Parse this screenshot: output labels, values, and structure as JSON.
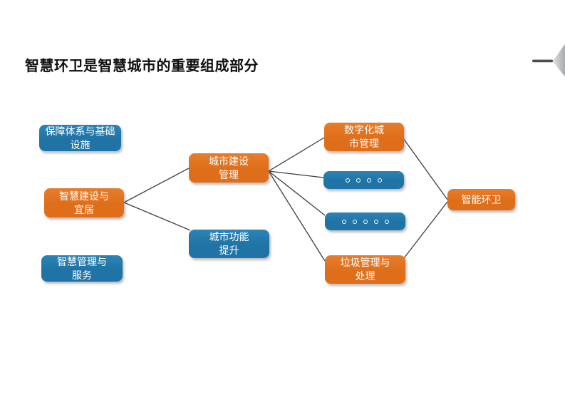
{
  "title": "智慧环卫是智慧城市的重要组成部分",
  "colors": {
    "orange": "#df6e1a",
    "orange_light": "#e67d2b",
    "blue": "#2073a5",
    "blue_light": "#2b84b6",
    "connector_line": "#3c3c3c",
    "title_text": "#111111",
    "ornament_bar": "#4d4e50"
  },
  "diagram": {
    "nodes": [
      {
        "id": "support-system",
        "label": "保障体系与基础\n设施",
        "color": "blue"
      },
      {
        "id": "smart-construction",
        "label": "智慧建设与\n宜居",
        "color": "orange"
      },
      {
        "id": "smart-management",
        "label": "智慧管理与\n服务",
        "color": "blue"
      },
      {
        "id": "urban-construction",
        "label": "城市建设\n管理",
        "color": "orange"
      },
      {
        "id": "urban-function",
        "label": "城市功能\n提升",
        "color": "blue"
      },
      {
        "id": "digital-city",
        "label": "数字化城\n市管理",
        "color": "orange"
      },
      {
        "id": "placeholder-1",
        "label": "",
        "color": "blue",
        "dots": 4
      },
      {
        "id": "placeholder-2",
        "label": "",
        "color": "blue",
        "dots": 5
      },
      {
        "id": "waste-management",
        "label": "垃圾管理与\n处理",
        "color": "orange"
      },
      {
        "id": "smart-sanitation",
        "label": "智能环卫",
        "color": "orange"
      }
    ],
    "edges": [
      {
        "from": "smart-construction",
        "to": "urban-construction"
      },
      {
        "from": "smart-construction",
        "to": "urban-function"
      },
      {
        "from": "urban-construction",
        "to": "digital-city"
      },
      {
        "from": "urban-construction",
        "to": "placeholder-1"
      },
      {
        "from": "urban-construction",
        "to": "placeholder-2"
      },
      {
        "from": "urban-construction",
        "to": "waste-management"
      },
      {
        "from": "digital-city",
        "to": "smart-sanitation"
      },
      {
        "from": "waste-management",
        "to": "smart-sanitation"
      }
    ]
  }
}
